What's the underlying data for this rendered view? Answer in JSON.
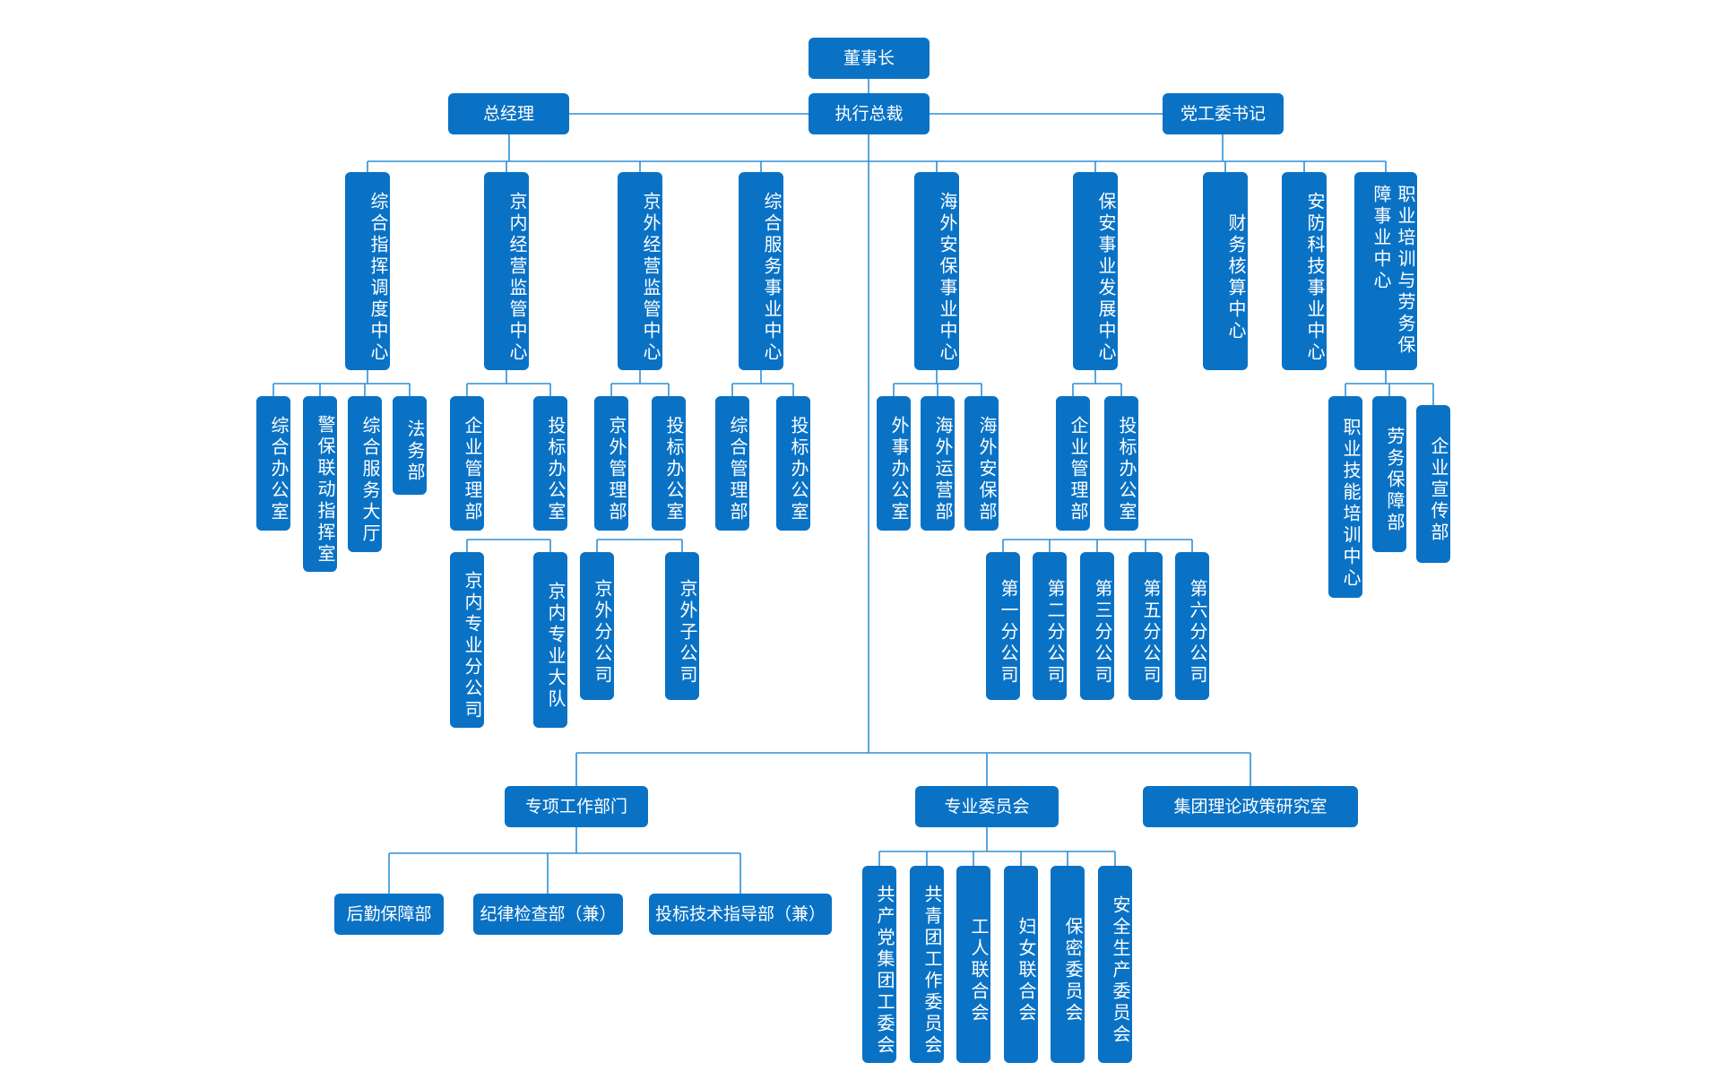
{
  "colors": {
    "node_fill": "#0a72c5",
    "connector": "#2f8fd6",
    "text": "#ffffff",
    "background": "#ffffff"
  },
  "chairman": "董事长",
  "executive_president": "执行总裁",
  "general_manager": "总经理",
  "party_secretary": "党工委书记",
  "centers": {
    "command_dispatch": "综合指挥调度中心",
    "beijing_ops_supervision": "京内经营监管中心",
    "outside_ops_supervision": "京外经营监管中心",
    "integrated_services": "综合服务事业中心",
    "overseas_security": "海外安保事业中心",
    "security_development": "保安事业发展中心",
    "finance_accounting": "财务核算中心",
    "security_technology": "安防科技事业中心",
    "training_labor": "职业培训与劳务保障事业中心"
  },
  "command_dispatch_units": [
    "综合办公室",
    "警保联动指挥室",
    "综合服务大厅",
    "法务部"
  ],
  "beijing_ops_units": [
    "企业管理部",
    "投标办公室"
  ],
  "beijing_ops_branches": [
    "京内专业分公司",
    "京内专业大队"
  ],
  "outside_ops_units": [
    "京外管理部",
    "投标办公室"
  ],
  "outside_ops_branches": [
    "京外分公司",
    "京外子公司"
  ],
  "integrated_services_units": [
    "综合管理部",
    "投标办公室"
  ],
  "overseas_units": [
    "外事办公室",
    "海外运营部",
    "海外安保部"
  ],
  "security_dev_units": [
    "企业管理部",
    "投标办公室"
  ],
  "branch_companies": [
    "第一分公司",
    "第二分公司",
    "第三分公司",
    "第五分公司",
    "第六分公司"
  ],
  "training_units": [
    "职业技能培训中心",
    "劳务保障部",
    "企业宣传部"
  ],
  "special_work_departments": "专项工作部门",
  "special_departments": [
    "后勤保障部",
    "纪律检查部（兼）",
    "投标技术指导部（兼）"
  ],
  "professional_committees": "专业委员会",
  "committees": [
    "共产党集团工委会",
    "共青团工作委员会",
    "工人联合会",
    "妇女联合会",
    "保密委员会",
    "安全生产委员会"
  ],
  "theory_policy_research": "集团理论政策研究室"
}
